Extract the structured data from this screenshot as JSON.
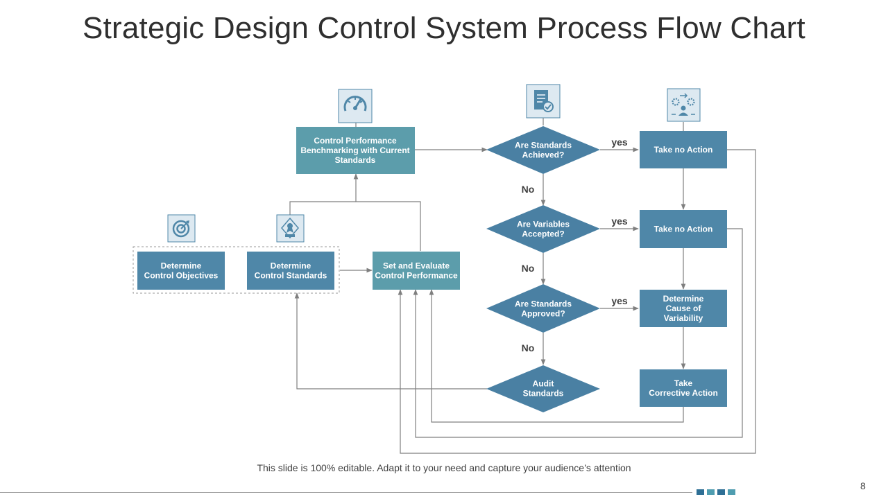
{
  "title": "Strategic Design Control System Process Flow Chart",
  "colors": {
    "dark_blue": "#4f87a8",
    "teal": "#5c9dab",
    "diamond": "#4a80a3",
    "connector": "#7f7f7f",
    "icon_border": "#4f87a8",
    "icon_fill": "#dde9f1"
  },
  "nodes": {
    "determine_objectives": "Determine\nControl Objectives",
    "determine_standards": "Determine\nControl Standards",
    "set_evaluate": "Set and Evaluate\nControl Performance",
    "benchmarking": "Control Performance\nBenchmarking with Current\nStandards",
    "q_achieved": "Are Standards\nAchieved?",
    "q_variables": "Are Variables\nAccepted?",
    "q_approved": "Are Standards\nApproved?",
    "audit": "Audit\nStandards",
    "no_action_1": "Take no Action",
    "no_action_2": "Take no Action",
    "cause": "Determine\nCause of\nVariability",
    "corrective": "Take\nCorrective Action"
  },
  "edge_labels": {
    "yes": "yes",
    "no": "No"
  },
  "icons": [
    "target-icon",
    "certificate-icon",
    "speedometer-icon",
    "document-check-icon",
    "team-settings-icon"
  ],
  "footnote": "This slide is 100% editable. Adapt it to your need and capture your audience’s attention",
  "page_number": "8",
  "footer_dots": [
    "#2e6f95",
    "#4f9db0",
    "#2e6f95",
    "#4f9db0"
  ]
}
